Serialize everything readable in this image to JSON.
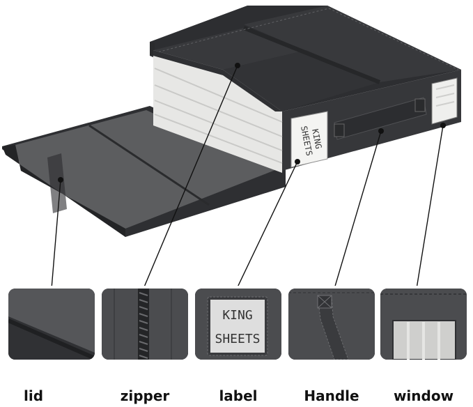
{
  "product_label": {
    "line1": "KING",
    "line2": "SHEETS"
  },
  "thumb_label": {
    "line1": "KING",
    "line2": "SHEETS"
  },
  "captions": {
    "lid": "lid",
    "zipper": "zipper",
    "label": "label",
    "handle": "Handle",
    "window": "window"
  },
  "colors": {
    "box_body": "#3b3c3f",
    "box_top": "#2f3033",
    "lid_inner": "#5a5b5d",
    "sheets": "#e9e9e7",
    "callout_line": "#111111"
  }
}
